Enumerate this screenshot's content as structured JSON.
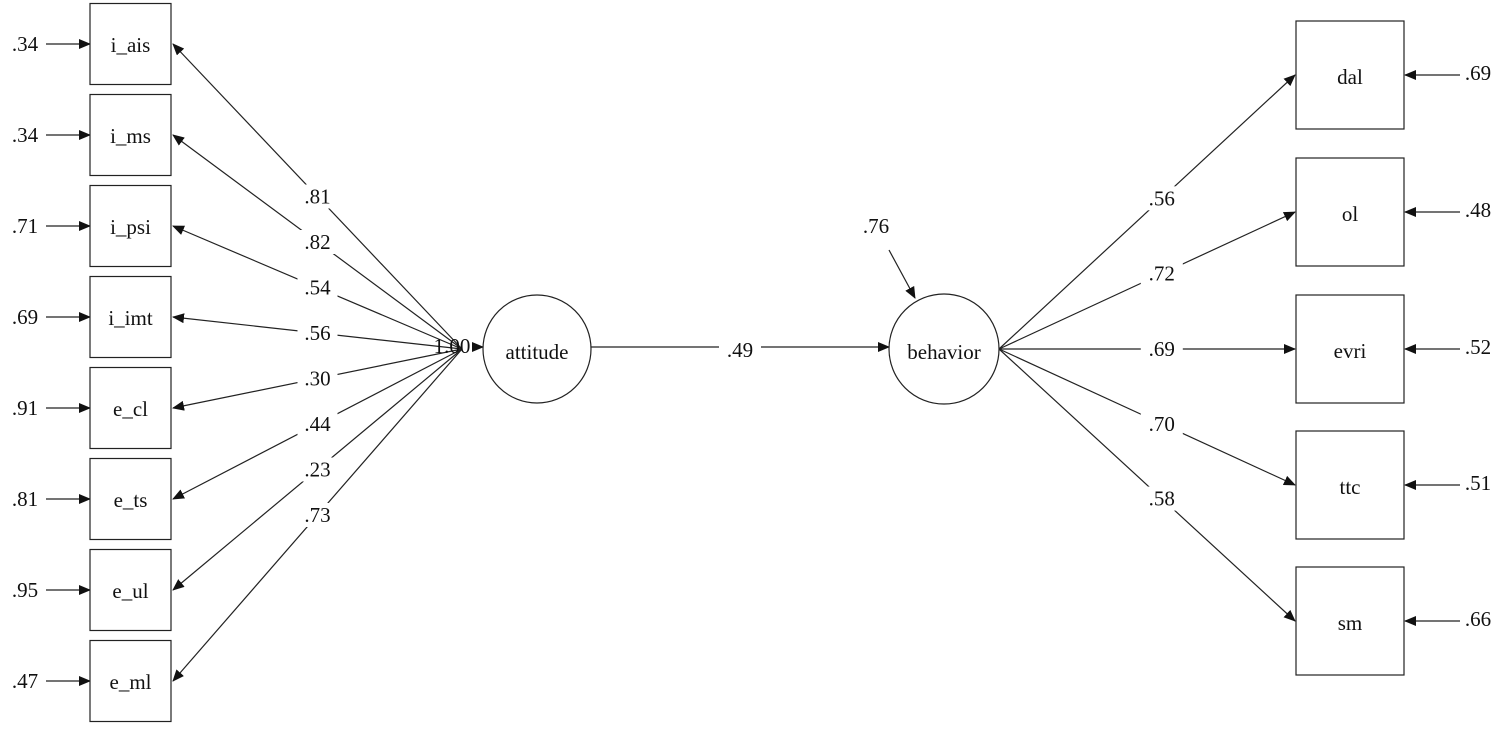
{
  "latent": {
    "attitude": {
      "label": "attitude",
      "variance": "1.00"
    },
    "behavior": {
      "label": "behavior",
      "residual": ".76"
    }
  },
  "structural": {
    "coef": ".49"
  },
  "attitude_indicators": [
    {
      "name": "i_ais",
      "loading": ".81",
      "error": ".34"
    },
    {
      "name": "i_ms",
      "loading": ".82",
      "error": ".34"
    },
    {
      "name": "i_psi",
      "loading": ".54",
      "error": ".71"
    },
    {
      "name": "i_imt",
      "loading": ".56",
      "error": ".69"
    },
    {
      "name": "e_cl",
      "loading": ".30",
      "error": ".91"
    },
    {
      "name": "e_ts",
      "loading": ".44",
      "error": ".81"
    },
    {
      "name": "e_ul",
      "loading": ".23",
      "error": ".95"
    },
    {
      "name": "e_ml",
      "loading": ".73",
      "error": ".47"
    }
  ],
  "behavior_indicators": [
    {
      "name": "dal",
      "loading": ".56",
      "error": ".69"
    },
    {
      "name": "ol",
      "loading": ".72",
      "error": ".48"
    },
    {
      "name": "evri",
      "loading": ".69",
      "error": ".52"
    },
    {
      "name": "ttc",
      "loading": ".70",
      "error": ".51"
    },
    {
      "name": "sm",
      "loading": ".58",
      "error": ".66"
    }
  ]
}
